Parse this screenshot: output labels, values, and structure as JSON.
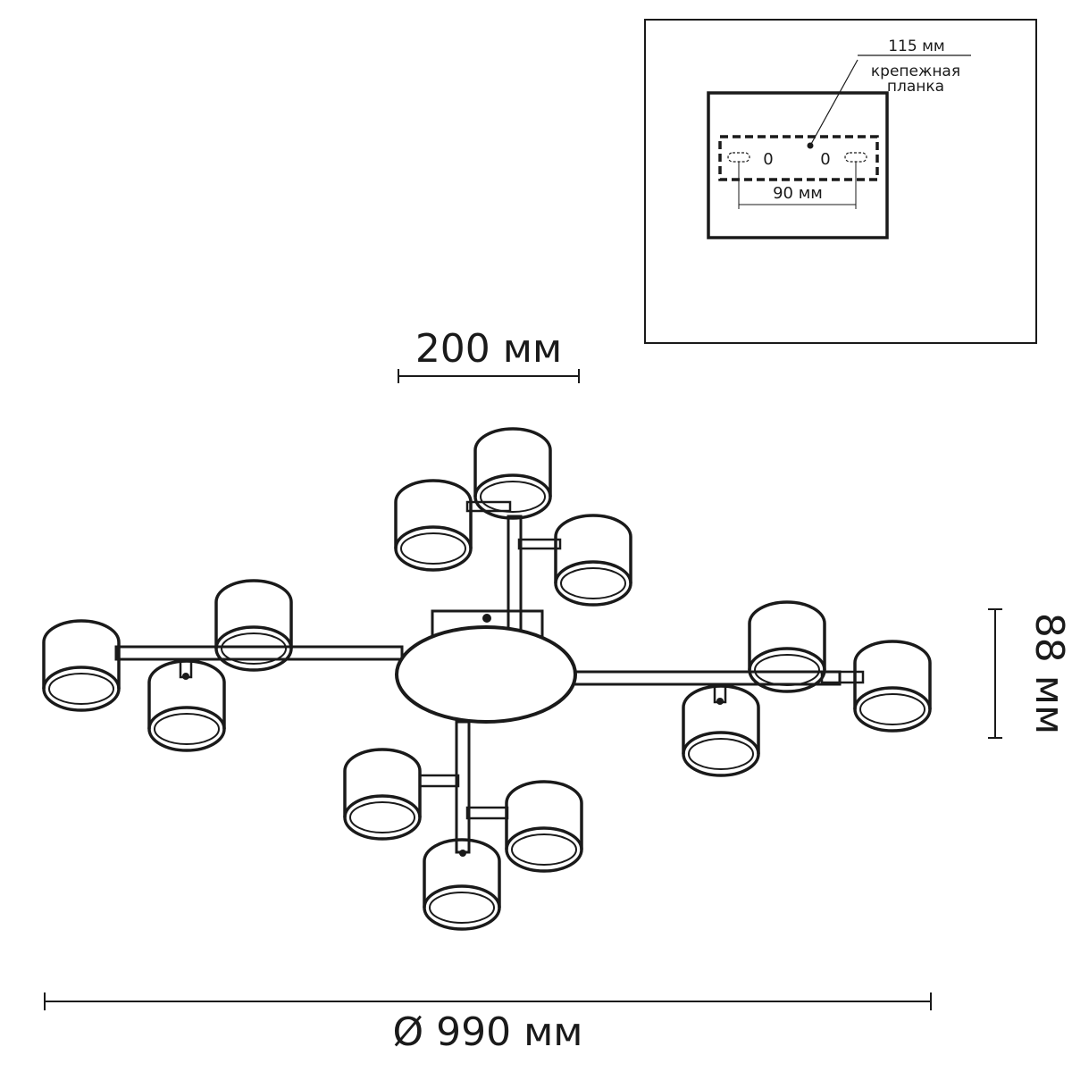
{
  "dimensions": {
    "arm_length": "200 мм",
    "height": "88 мм",
    "diameter": "Ø 990 мм"
  },
  "mounting_plate": {
    "length": "115 мм",
    "label_line1": "крепежная",
    "label_line2": "планка",
    "hole_spacing": "90 мм",
    "screw_left": "0",
    "screw_right": "0"
  }
}
